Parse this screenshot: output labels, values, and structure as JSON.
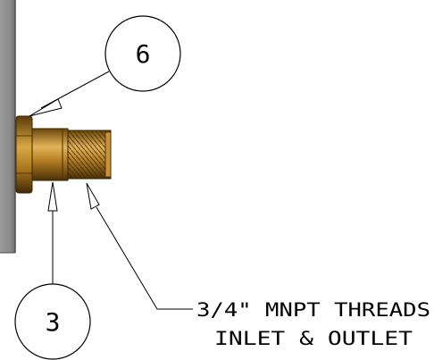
{
  "colors": {
    "wall": "#8c8c8c",
    "wall_edge": "#4d4d4d",
    "brass_dark": "#5a3b08",
    "brass_mid": "#b07a1e",
    "brass_light": "#e2b85a",
    "line": "#000000"
  },
  "callouts": {
    "balloon_6": "6",
    "balloon_3": "3",
    "note_line1": "3/4\" MNPT THREADS",
    "note_line2": "INLET & OUTLET"
  }
}
